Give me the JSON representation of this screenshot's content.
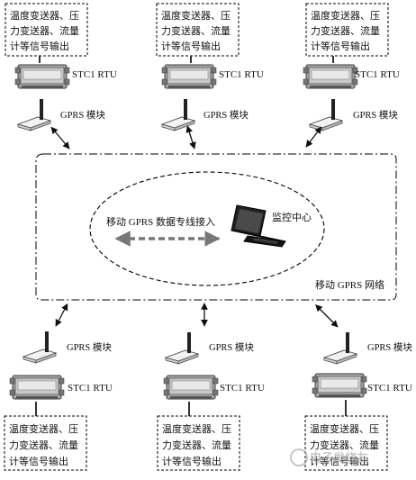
{
  "sensor_box_lines": [
    "温度变送器、压",
    "力变送器、流量",
    "计等信号输出"
  ],
  "rtu_label": "STC1 RTU",
  "gprs_module_label": "GPRS 模块",
  "center_label": "监控中心",
  "access_label": "移动 GPRS 数据专线接入",
  "network_label": "移动 GPRS 网络",
  "watermark": "电子发烧友"
}
